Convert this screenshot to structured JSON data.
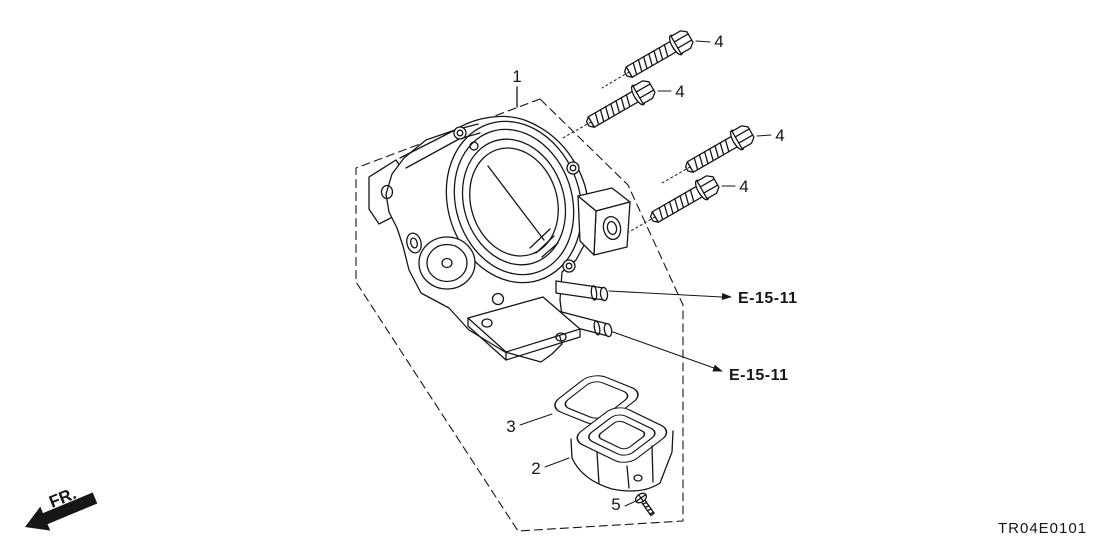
{
  "diagram": {
    "ink_color": "#161616",
    "code": "TR04E0101",
    "direction_label": "FR.",
    "callouts": {
      "part1": "1",
      "part2": "2",
      "part3": "3",
      "part5": "5",
      "bolts": [
        "4",
        "4",
        "4",
        "4"
      ]
    },
    "refs": {
      "hose_upper": "E-15-11",
      "hose_lower": "E-15-11"
    }
  }
}
